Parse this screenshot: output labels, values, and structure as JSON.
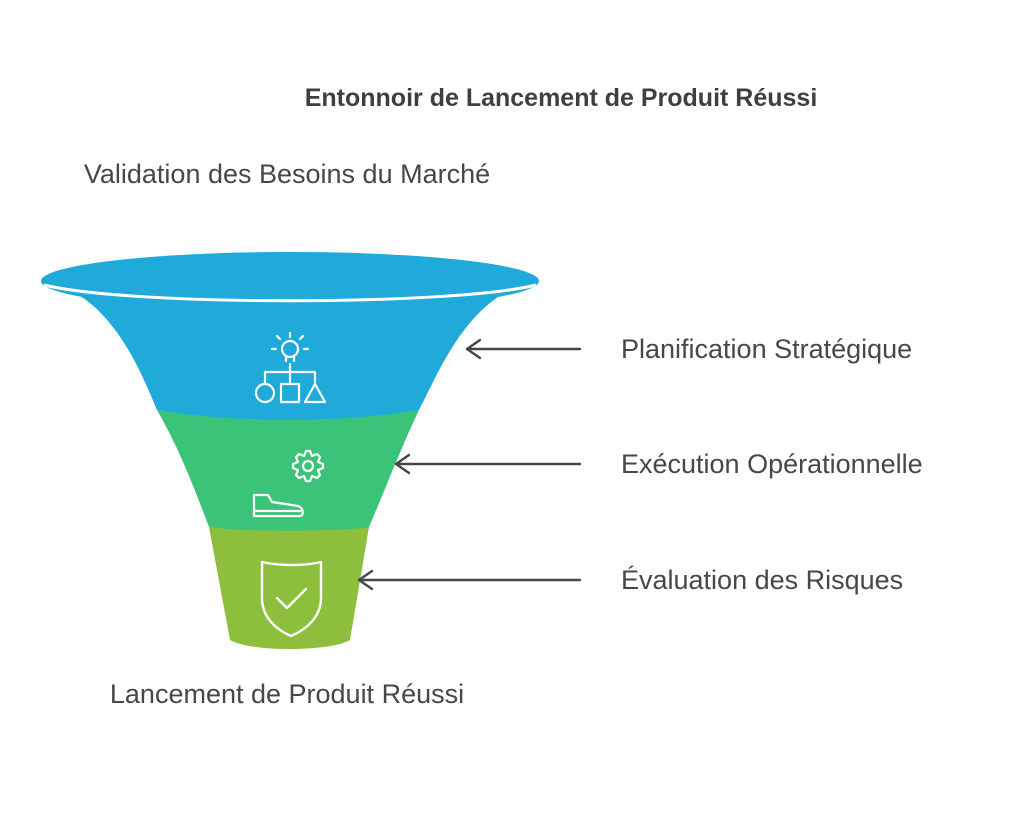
{
  "title": "Entonnoir de Lancement de Produit Réussi",
  "top_label": "Validation des Besoins du Marché",
  "bottom_label": "Lancement de Produit Réussi",
  "stages": [
    {
      "label": "Planification Stratégique",
      "icon": "strategy-icon",
      "color": "#1faad9"
    },
    {
      "label": "Exécution Opérationnelle",
      "icon": "gear-shoe-icon",
      "color": "#3cc37a"
    },
    {
      "label": "Évaluation des Risques",
      "icon": "shield-check-icon",
      "color": "#8ebf3c"
    }
  ],
  "colors": {
    "rim": "#1faad9",
    "stage1": "#1faad9",
    "stage2": "#3cc37a",
    "stage3": "#8ebf3c",
    "text": "#474747",
    "arrow": "#474747"
  }
}
